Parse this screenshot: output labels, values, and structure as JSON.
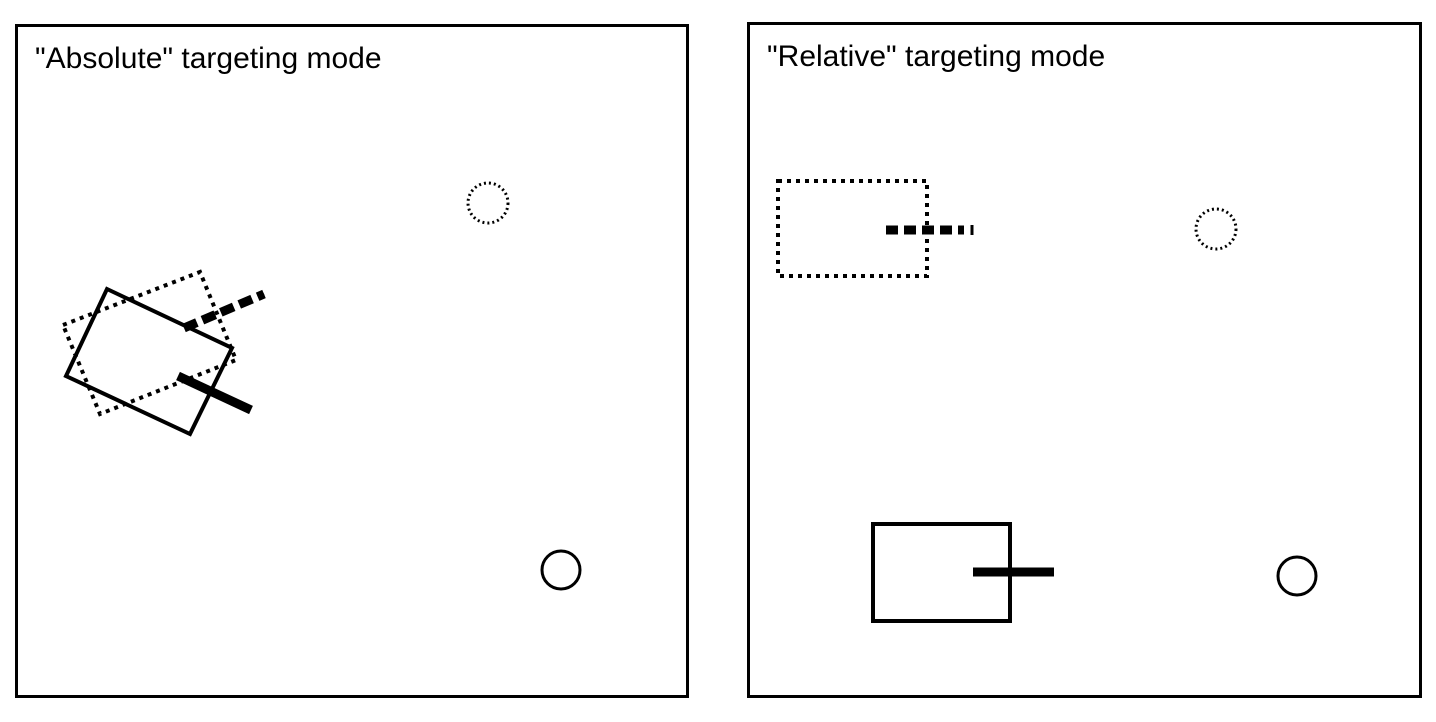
{
  "panels": {
    "absolute": {
      "title": "\"Absolute\" targeting mode"
    },
    "relative": {
      "title": "\"Relative\" targeting mode"
    }
  },
  "legend_styles": {
    "current": "solid",
    "target": "dotted"
  },
  "colors": {
    "stroke": "#000000",
    "background": "#ffffff"
  }
}
